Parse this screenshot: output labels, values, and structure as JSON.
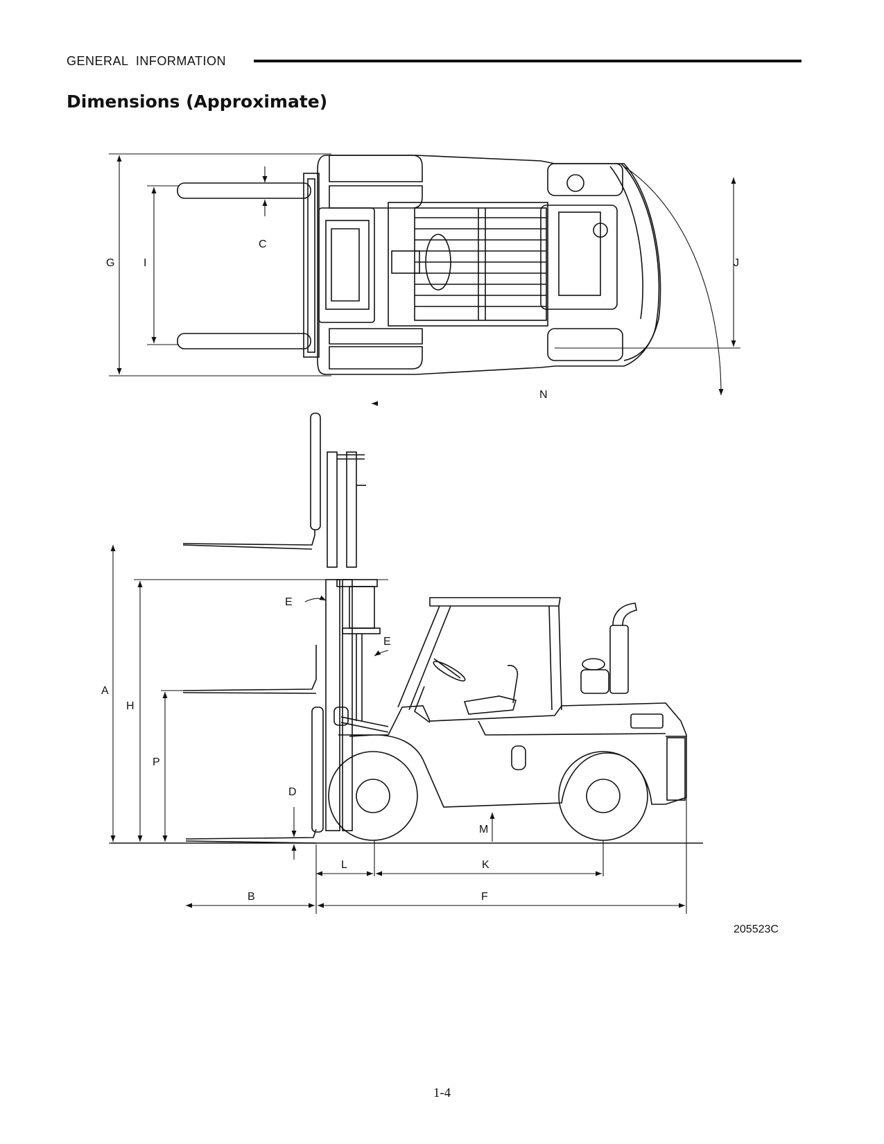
{
  "header": {
    "section": "GENERAL  INFORMATION"
  },
  "title": "Dimensions (Approximate)",
  "figure": {
    "labels": {
      "A": "A",
      "B": "B",
      "C": "C",
      "D": "D",
      "E": "E",
      "F": "F",
      "G": "G",
      "H": "H",
      "I": "I",
      "J": "J",
      "K": "K",
      "L": "L",
      "M": "M",
      "N": "N",
      "P": "P"
    },
    "figure_id": "205523C"
  },
  "footer": {
    "page_number": "1-4"
  }
}
